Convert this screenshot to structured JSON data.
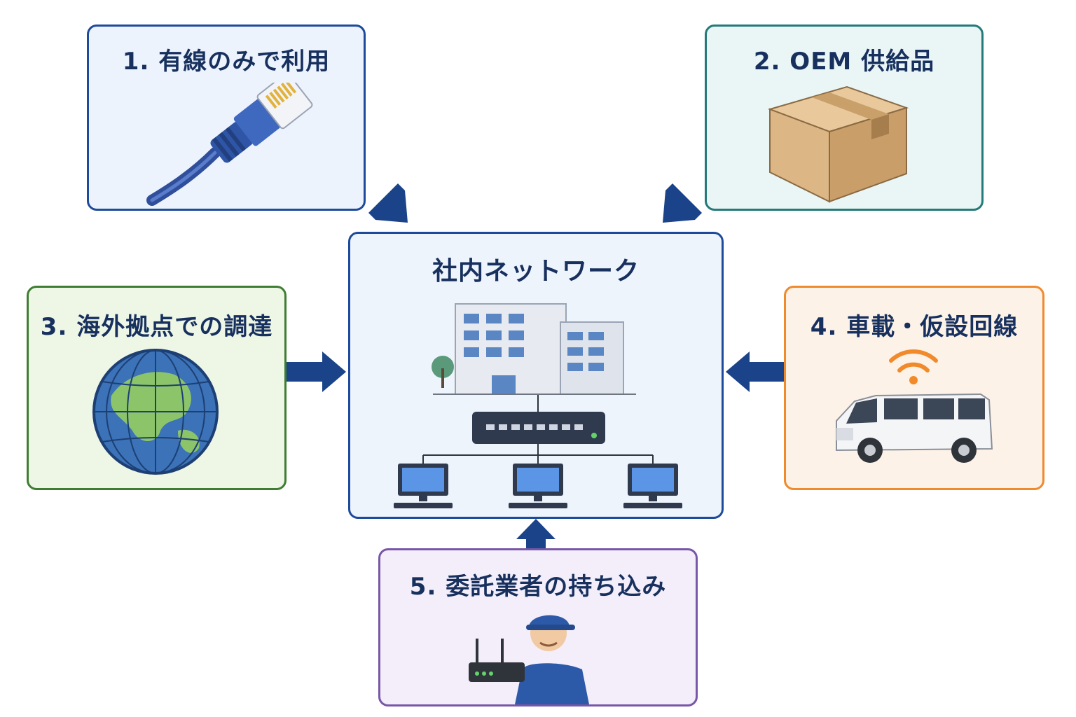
{
  "center": {
    "title": "社内ネットワーク"
  },
  "sources": [
    {
      "label": "1. 有線のみで利用",
      "icon": "ethernet-cable-icon"
    },
    {
      "label": "2. OEM 供給品",
      "icon": "cardboard-box-icon"
    },
    {
      "label": "3. 海外拠点での調達",
      "icon": "globe-icon"
    },
    {
      "label": "4. 車載・仮設回線",
      "icon": "van-wifi-icon"
    },
    {
      "label": "5. 委託業者の持ち込み",
      "icon": "contractor-router-icon"
    }
  ],
  "colors": {
    "arrow": "#1a4389",
    "title_text": "#17305e",
    "box1_border": "#1d4a9a",
    "box2_border": "#247a7a",
    "box3_border": "#3f7d32",
    "box4_border": "#ef8a2d",
    "box5_border": "#7856a8"
  }
}
